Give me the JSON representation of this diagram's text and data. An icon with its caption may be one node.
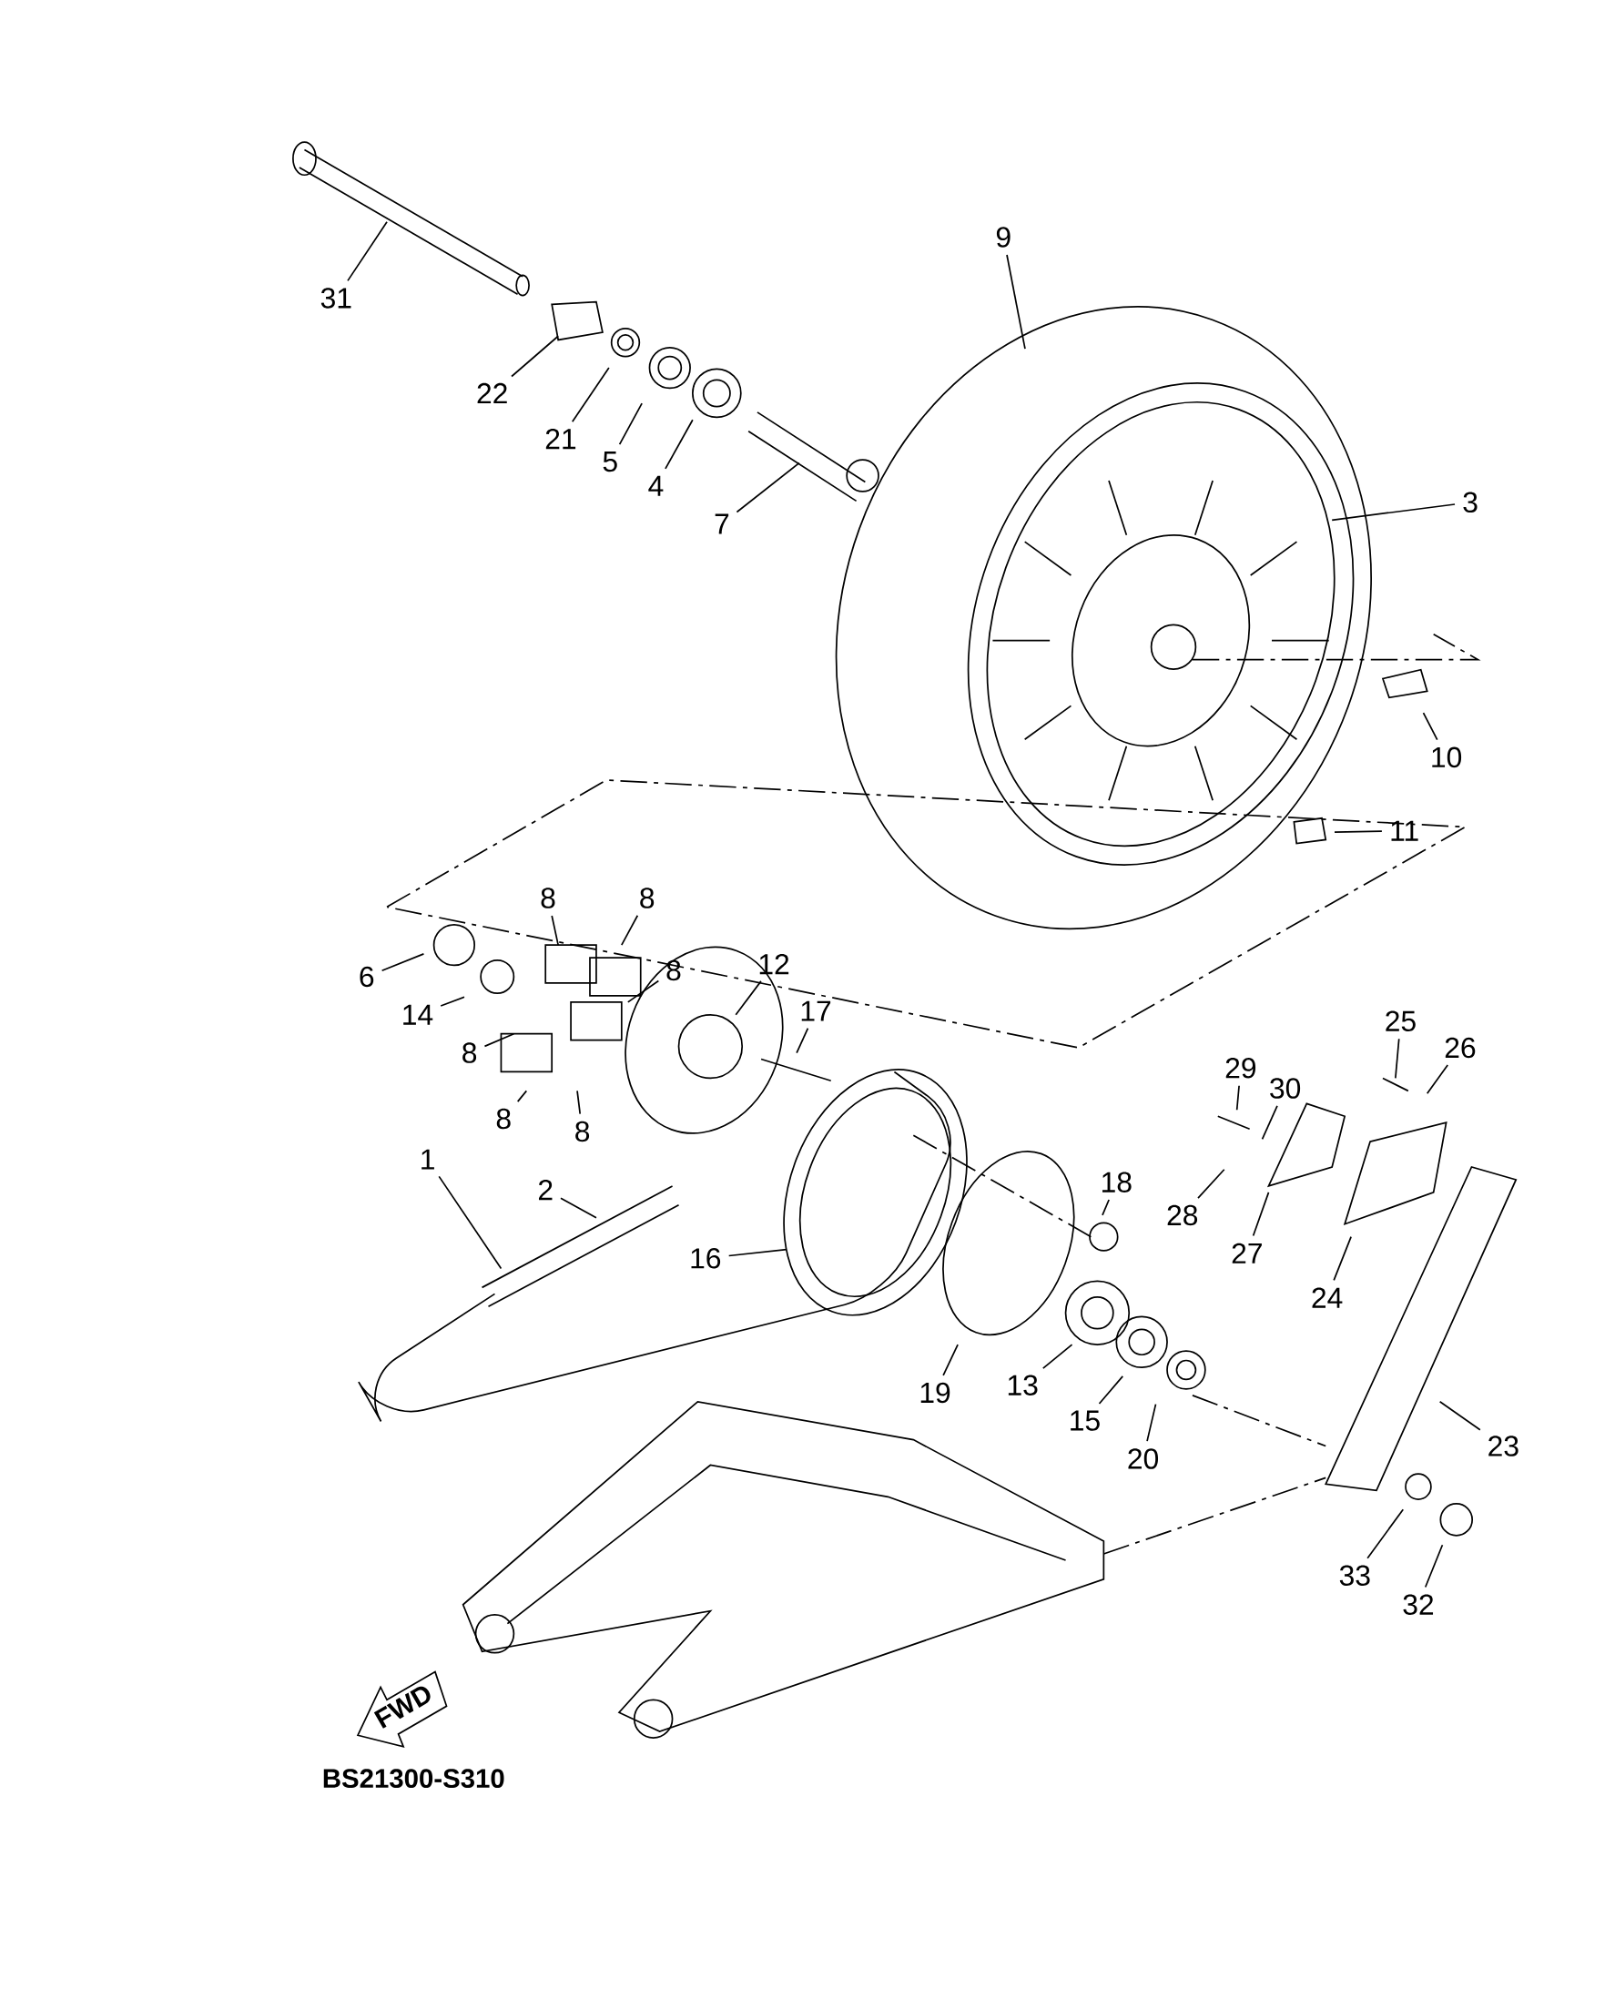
{
  "diagram": {
    "nodes": [
      {
        "text": [
          "31"
        ]
      },
      {
        "text": [
          "22"
        ]
      },
      {
        "text": [
          "21"
        ]
      },
      {
        "text": [
          "5"
        ]
      },
      {
        "text": [
          "4"
        ]
      },
      {
        "text": [
          "7"
        ]
      },
      {
        "text": [
          "9"
        ]
      },
      {
        "text": [
          "3"
        ]
      },
      {
        "text": [
          "10"
        ]
      },
      {
        "text": [
          "11"
        ]
      },
      {
        "text": [
          "8"
        ]
      },
      {
        "text": [
          "8"
        ]
      },
      {
        "text": [
          "8"
        ]
      },
      {
        "text": [
          "8"
        ]
      },
      {
        "text": [
          "8"
        ]
      },
      {
        "text": [
          "8"
        ]
      },
      {
        "text": [
          "6"
        ]
      },
      {
        "text": [
          "14"
        ]
      },
      {
        "text": [
          "12"
        ]
      },
      {
        "text": [
          "17"
        ]
      },
      {
        "text": [
          "1"
        ]
      },
      {
        "text": [
          "2"
        ]
      },
      {
        "text": [
          "16"
        ]
      },
      {
        "text": [
          "18"
        ]
      },
      {
        "text": [
          "19"
        ]
      },
      {
        "text": [
          "13"
        ]
      },
      {
        "text": [
          "15"
        ]
      },
      {
        "text": [
          "20"
        ]
      },
      {
        "text": [
          "23"
        ]
      },
      {
        "text": [
          "24"
        ]
      },
      {
        "text": [
          "27"
        ]
      },
      {
        "text": [
          "28"
        ]
      },
      {
        "text": [
          "29"
        ]
      },
      {
        "text": [
          "30"
        ]
      },
      {
        "text": [
          "25"
        ]
      },
      {
        "text": [
          "26"
        ]
      },
      {
        "text": [
          "33"
        ]
      },
      {
        "text": [
          "32"
        ]
      }
    ],
    "edges": [
      {
        "from": 0,
        "to": null,
        "arrow": "none"
      },
      {
        "from": 1,
        "to": null,
        "arrow": "none"
      },
      {
        "from": 2,
        "to": null,
        "arrow": "none"
      },
      {
        "from": 3,
        "to": null,
        "arrow": "none"
      },
      {
        "from": 4,
        "to": null,
        "arrow": "none"
      },
      {
        "from": 5,
        "to": null,
        "arrow": "none"
      },
      {
        "from": 6,
        "to": null,
        "arrow": "none"
      },
      {
        "from": 7,
        "to": null,
        "arrow": "none"
      },
      {
        "from": 8,
        "to": null,
        "arrow": "none"
      },
      {
        "from": 9,
        "to": null,
        "arrow": "none"
      },
      {
        "from": 10,
        "to": null,
        "arrow": "none"
      },
      {
        "from": 11,
        "to": null,
        "arrow": "none"
      },
      {
        "from": 12,
        "to": null,
        "arrow": "none"
      },
      {
        "from": 13,
        "to": null,
        "arrow": "none"
      },
      {
        "from": 14,
        "to": null,
        "arrow": "none"
      },
      {
        "from": 15,
        "to": null,
        "arrow": "none"
      },
      {
        "from": 16,
        "to": null,
        "arrow": "none"
      },
      {
        "from": 17,
        "to": null,
        "arrow": "none"
      },
      {
        "from": 18,
        "to": null,
        "arrow": "none"
      },
      {
        "from": 19,
        "to": null,
        "arrow": "none"
      },
      {
        "from": 20,
        "to": null,
        "arrow": "none"
      },
      {
        "from": 21,
        "to": null,
        "arrow": "none"
      },
      {
        "from": 22,
        "to": null,
        "arrow": "none"
      },
      {
        "from": 23,
        "to": null,
        "arrow": "none"
      },
      {
        "from": 24,
        "to": null,
        "arrow": "none"
      },
      {
        "from": 25,
        "to": null,
        "arrow": "none"
      },
      {
        "from": 26,
        "to": null,
        "arrow": "none"
      },
      {
        "from": 27,
        "to": null,
        "arrow": "none"
      },
      {
        "from": 28,
        "to": null,
        "arrow": "none"
      },
      {
        "from": 29,
        "to": null,
        "arrow": "none"
      },
      {
        "from": 30,
        "to": null,
        "arrow": "none"
      },
      {
        "from": 31,
        "to": null,
        "arrow": "none"
      },
      {
        "from": 32,
        "to": null,
        "arrow": "none"
      },
      {
        "from": 33,
        "to": null,
        "arrow": "none"
      },
      {
        "from": 34,
        "to": null,
        "arrow": "none"
      },
      {
        "from": 35,
        "to": null,
        "arrow": "none"
      },
      {
        "from": 36,
        "to": null,
        "arrow": "none"
      },
      {
        "from": 37,
        "to": null,
        "arrow": "none"
      }
    ],
    "labels": [
      "FWD",
      "BS21300-S310"
    ]
  }
}
